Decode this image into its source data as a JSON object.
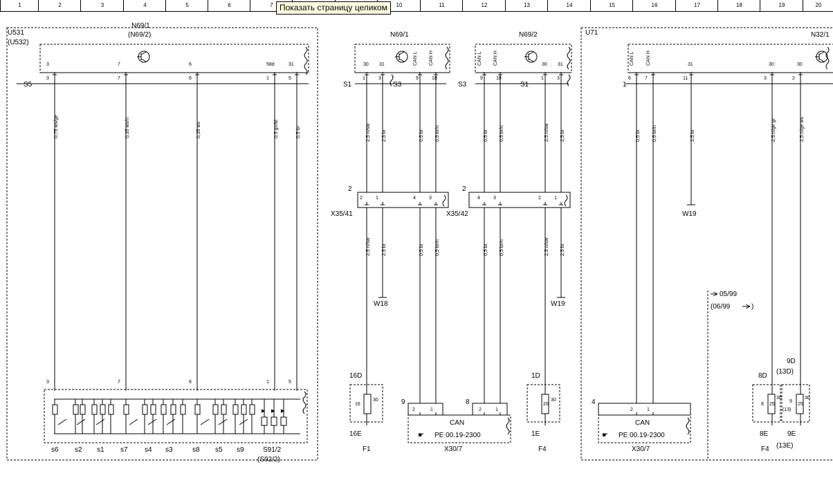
{
  "ruler": {
    "columns": [
      "1",
      "2",
      "3",
      "4",
      "5",
      "6",
      "7",
      "8",
      "9",
      "10",
      "11",
      "12",
      "13",
      "14",
      "15",
      "16",
      "17",
      "18",
      "19",
      "20"
    ]
  },
  "tooltip": {
    "text": "Показать страницу целиком"
  },
  "blocks": {
    "u531": {
      "name": "U531",
      "alt": "(U532)"
    },
    "n69_1_top": {
      "name": "N69/1",
      "alt": "(N69/2)"
    },
    "u71": {
      "name": "U71"
    },
    "n32_1": {
      "name": "N32/1"
    },
    "n69_1": {
      "name": "N69/1"
    },
    "n69_2": {
      "name": "N69/2"
    }
  },
  "left_module": {
    "connector": "S5",
    "pin_labels": [
      "3",
      "7",
      "6",
      "58d",
      "31"
    ],
    "pin_numbers": [
      "3",
      "7",
      "6",
      "1",
      "5"
    ],
    "wires": [
      "0,75 ws/ge",
      "0,35 ws/rt",
      "0,35 ws",
      "0,5 gn/bl",
      "0,5 br"
    ],
    "node_numbers": [
      "3",
      "7",
      "6",
      "1",
      "5"
    ],
    "switches": [
      "s6",
      "s2",
      "s1",
      "s7",
      "s4",
      "s3",
      "s8",
      "s5",
      "s9",
      "S91/2"
    ],
    "switch_group_alt": "(S92/2)"
  },
  "mid_left": {
    "left_conn": "S1",
    "right_conn": "S3",
    "pin_labels": [
      "30",
      "31",
      "CAN L",
      "CAN H"
    ],
    "pin_numbers": [
      "1",
      "3",
      "9",
      "18"
    ],
    "upper_wires": [
      "2,5 rt/sw",
      "2,5 br",
      "0,5 br",
      "0,5 br/rt"
    ],
    "connector": "X35/41",
    "connector_num": "2",
    "conn_pins": [
      "2",
      "1",
      "4",
      "3"
    ],
    "lower_wires": [
      "2,5 rt/sw",
      "2,5 br",
      "0,5 br",
      "0,5 br/rt"
    ],
    "ground": "W18",
    "fuse": {
      "top": "16D",
      "value": "16",
      "amps": "30",
      "bottom": "16E",
      "name": "F1"
    }
  },
  "mid_right": {
    "left_conn": "S3",
    "right_conn": "S1",
    "pin_labels": [
      "CAN L",
      "CAN H",
      "30",
      "31"
    ],
    "pin_numbers": [
      "9",
      "18",
      "1",
      "3"
    ],
    "upper_wires": [
      "0,5 br",
      "0,5 br/rt",
      "2,5 rt/sw",
      "2,5 br"
    ],
    "connector": "X35/42",
    "connector_num": "2",
    "conn_pins": [
      "4",
      "3",
      "2",
      "1"
    ],
    "lower_wires": [
      "0,5 br",
      "0,5 br/rt",
      "2,5 rt/sw",
      "2,5 br"
    ],
    "ground": "W19",
    "fuse": {
      "top": "1D",
      "value": "20",
      "amps": "30",
      "bottom": "1E",
      "name": "F4"
    }
  },
  "can_center": {
    "num_left": "9",
    "num_right": "8",
    "label": "CAN",
    "ref": "PE 00.19-2300",
    "name": "X30/7",
    "pins": [
      "2",
      "1",
      "2",
      "1"
    ]
  },
  "right_module": {
    "connector_num": "1",
    "pin_labels": [
      "CAN L",
      "CAN H",
      "31",
      "30",
      "30"
    ],
    "pin_numbers": [
      "6",
      "7",
      "11",
      "3",
      "2"
    ],
    "wires": [
      "0,5 br",
      "0,5 br/rt",
      "2,5 br",
      "2,5 rt/ge gr",
      "2,5 rt/ge ws"
    ],
    "ground": "W19",
    "can": {
      "num": "4",
      "label": "CAN",
      "ref": "PE 00.19-2300",
      "name": "X30/7",
      "pins": [
        "2",
        "1"
      ]
    },
    "date_a": "05/99",
    "date_b": "(06/99",
    "date_b_end": ")",
    "fuse_a": {
      "top": "8D",
      "value": "8",
      "amps": "30",
      "bottom": "8E"
    },
    "fuse_b": {
      "top": "9D",
      "top_alt": "(13D)",
      "value": "9",
      "value_alt": "(13)",
      "amps": "30",
      "amps_b": "25",
      "bottom": "9E",
      "bottom_alt": "(13E)"
    },
    "fuse_a_amps_b": "25",
    "name": "F4"
  },
  "colors": {
    "line": "#000000",
    "background": "#ffffff",
    "tooltip_bg": "#ffffe1"
  }
}
